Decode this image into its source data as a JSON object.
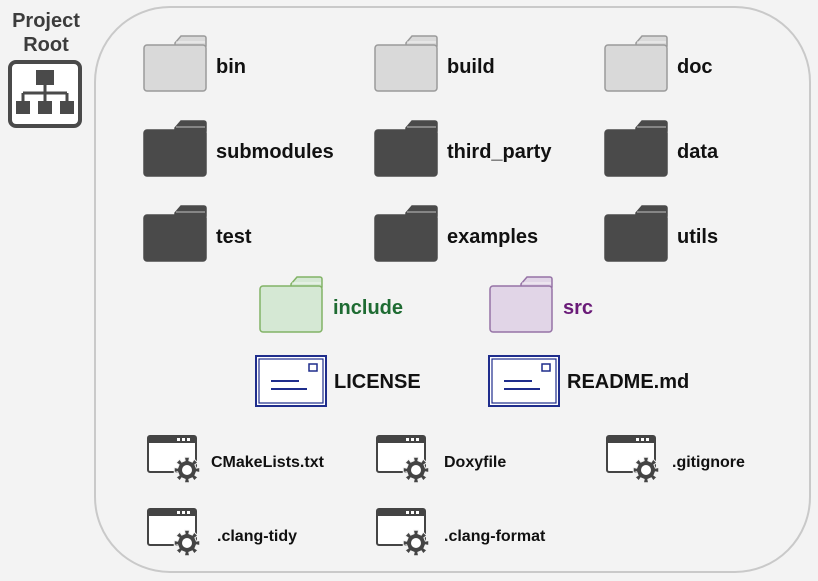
{
  "root": {
    "title_line1": "Project",
    "title_line2": "Root",
    "icon": "hierarchy-icon"
  },
  "colors": {
    "folder_light": "#d9d9d9",
    "folder_dark": "#4a4a4a",
    "include": "#d5e8d4",
    "include_border": "#82b366",
    "include_text": "#1e6b32",
    "src": "#e1d5e7",
    "src_border": "#9673a6",
    "src_text": "#6a1b78",
    "doc_border": "#1f2d8c"
  },
  "folders": [
    {
      "label": "bin",
      "style": "light"
    },
    {
      "label": "build",
      "style": "light"
    },
    {
      "label": "doc",
      "style": "light"
    },
    {
      "label": "submodules",
      "style": "dark"
    },
    {
      "label": "third_party",
      "style": "dark"
    },
    {
      "label": "data",
      "style": "dark"
    },
    {
      "label": "test",
      "style": "dark"
    },
    {
      "label": "examples",
      "style": "dark"
    },
    {
      "label": "utils",
      "style": "dark"
    },
    {
      "label": "include",
      "style": "green"
    },
    {
      "label": "src",
      "style": "purple"
    }
  ],
  "documents": [
    {
      "label": "LICENSE",
      "icon": "document-icon"
    },
    {
      "label": "README.md",
      "icon": "document-icon"
    }
  ],
  "config_files": [
    {
      "label": "CMakeLists.txt",
      "icon": "config-file-icon"
    },
    {
      "label": "Doxyfile",
      "icon": "config-file-icon"
    },
    {
      "label": ".gitignore",
      "icon": "config-file-icon"
    },
    {
      "label": ".clang-tidy",
      "icon": "config-file-icon"
    },
    {
      "label": ".clang-format",
      "icon": "config-file-icon"
    }
  ]
}
